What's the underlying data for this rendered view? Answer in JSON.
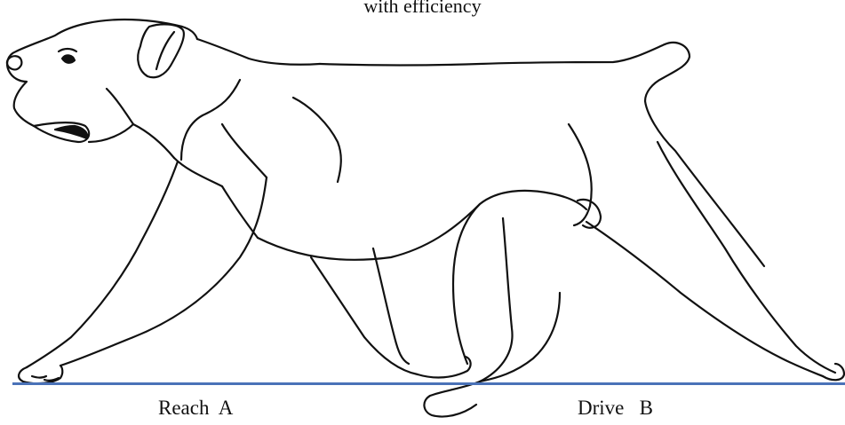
{
  "caption": "with efficiency",
  "labels": {
    "reach": "Reach  A",
    "drive": "Drive   B"
  },
  "colors": {
    "ground_line": "#4a72b8",
    "outline": "#111111",
    "background": "#ffffff"
  }
}
